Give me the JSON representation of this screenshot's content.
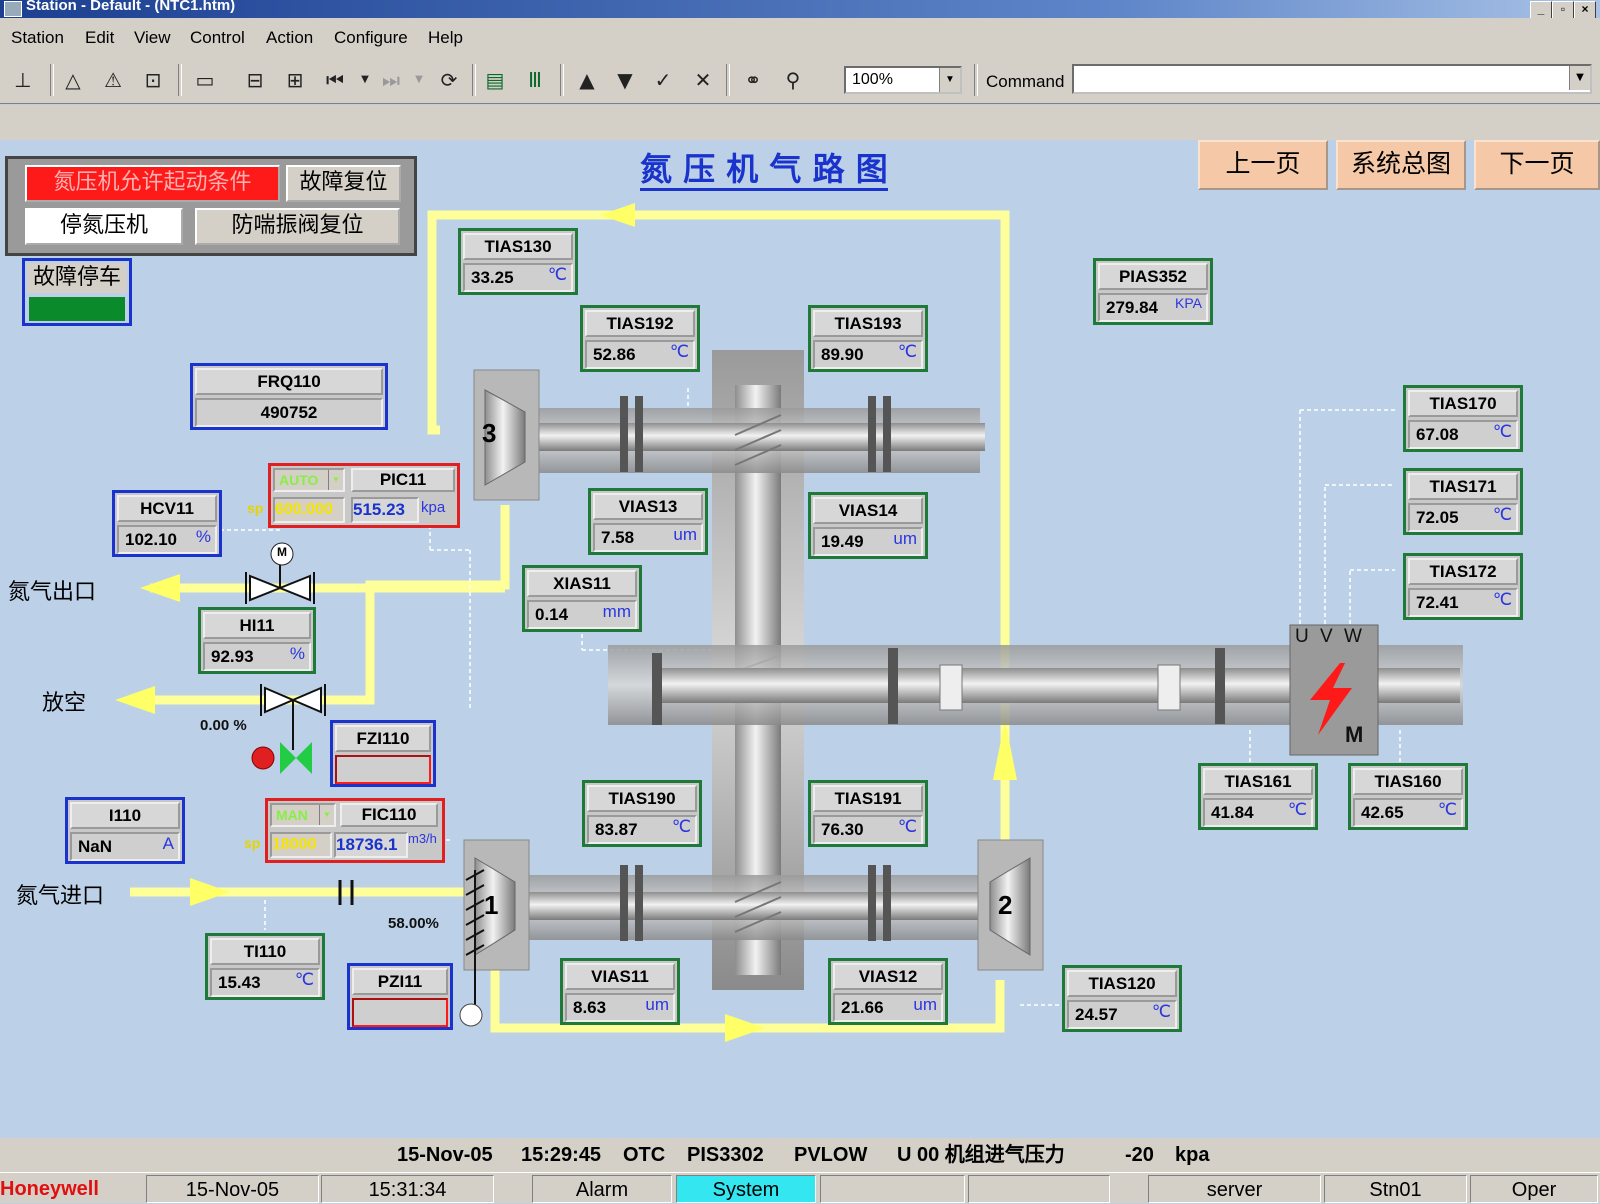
{
  "window": {
    "title": "Station - Default - (NTC1.htm)"
  },
  "menu": [
    "Station",
    "Edit",
    "View",
    "Control",
    "Action",
    "Configure",
    "Help"
  ],
  "toolbar": {
    "zoom": "100%",
    "command_label": "Command"
  },
  "display": {
    "title": "氮 压 机 气 路 图",
    "nav": {
      "prev": "上一页",
      "overview": "系统总图",
      "next": "下一页"
    },
    "controls": {
      "permit_start": "氮压机允许起动条件",
      "fault_reset": "故障复位",
      "stop_compressor": "停氮压机",
      "antisurge_reset": "防喘振阀复位",
      "fault_stop": "故障停车"
    },
    "labels": {
      "n2_outlet": "氮气出口",
      "vent": "放空",
      "n2_inlet": "氮气进口",
      "stage1": "1",
      "stage2": "2",
      "stage3": "3",
      "motor_uvw": "U V W",
      "motor_m": "M",
      "valve_motor": "M",
      "vent_pct": "0.00 %",
      "inlet_guide_pct": "58.00%",
      "sp": "sp"
    },
    "tags": {
      "TIAS130": {
        "name": "TIAS130",
        "value": "33.25",
        "unit": "℃"
      },
      "TIAS192": {
        "name": "TIAS192",
        "value": "52.86",
        "unit": "℃"
      },
      "TIAS193": {
        "name": "TIAS193",
        "value": "89.90",
        "unit": "℃"
      },
      "PIAS352": {
        "name": "PIAS352",
        "value": "279.84",
        "unit": "KPA"
      },
      "FRQ110": {
        "name": "FRQ110",
        "value": "490752",
        "unit": ""
      },
      "TIAS170": {
        "name": "TIAS170",
        "value": "67.08",
        "unit": "℃"
      },
      "TIAS171": {
        "name": "TIAS171",
        "value": "72.05",
        "unit": "℃"
      },
      "TIAS172": {
        "name": "TIAS172",
        "value": "72.41",
        "unit": "℃"
      },
      "HCV11": {
        "name": "HCV11",
        "value": "102.10",
        "unit": "%"
      },
      "VIAS13": {
        "name": "VIAS13",
        "value": "7.58",
        "unit": "um"
      },
      "VIAS14": {
        "name": "VIAS14",
        "value": "19.49",
        "unit": "um"
      },
      "XIAS11": {
        "name": "XIAS11",
        "value": "0.14",
        "unit": "mm"
      },
      "HI11": {
        "name": "HI11",
        "value": "92.93",
        "unit": "%"
      },
      "TIAS161": {
        "name": "TIAS161",
        "value": "41.84",
        "unit": "℃"
      },
      "TIAS160": {
        "name": "TIAS160",
        "value": "42.65",
        "unit": "℃"
      },
      "TIAS190": {
        "name": "TIAS190",
        "value": "83.87",
        "unit": "℃"
      },
      "TIAS191": {
        "name": "TIAS191",
        "value": "76.30",
        "unit": "℃"
      },
      "I110": {
        "name": "I110",
        "value": "NaN",
        "unit": "A"
      },
      "TI110": {
        "name": "TI110",
        "value": "15.43",
        "unit": "℃"
      },
      "VIAS11": {
        "name": "VIAS11",
        "value": "8.63",
        "unit": "um"
      },
      "VIAS12": {
        "name": "VIAS12",
        "value": "21.66",
        "unit": "um"
      },
      "TIAS120": {
        "name": "TIAS120",
        "value": "24.57",
        "unit": "℃"
      },
      "FZI110": {
        "name": "FZI110"
      },
      "PZI11": {
        "name": "PZI11"
      }
    },
    "pic11": {
      "name": "PIC11",
      "mode": "AUTO",
      "sp": "600.000",
      "pv": "515.23",
      "unit": "kpa"
    },
    "fic110": {
      "name": "FIC110",
      "mode": "MAN",
      "sp": "18000",
      "pv": "18736.1",
      "unit": "m3/h"
    }
  },
  "message": {
    "date": "15-Nov-05",
    "time": "15:29:45",
    "code": "OTC",
    "tag": "PIS3302",
    "type": "PVLOW",
    "text": "U 00 机组进气压力",
    "value": "-20",
    "unit": "kpa"
  },
  "status": {
    "brand": "Honeywell",
    "date": "15-Nov-05",
    "time": "15:31:34",
    "alarm": "Alarm",
    "system": "System",
    "server": "server",
    "station": "Stn01",
    "level": "Oper"
  },
  "colors": {
    "pipe": "#ffff99",
    "alarm_red": "#ff1a1a",
    "tag_green": "#1f7a3a",
    "tag_blue": "#1a33cc",
    "system_cyan": "#33e6f0",
    "nav_peach": "#f5c9a7"
  }
}
